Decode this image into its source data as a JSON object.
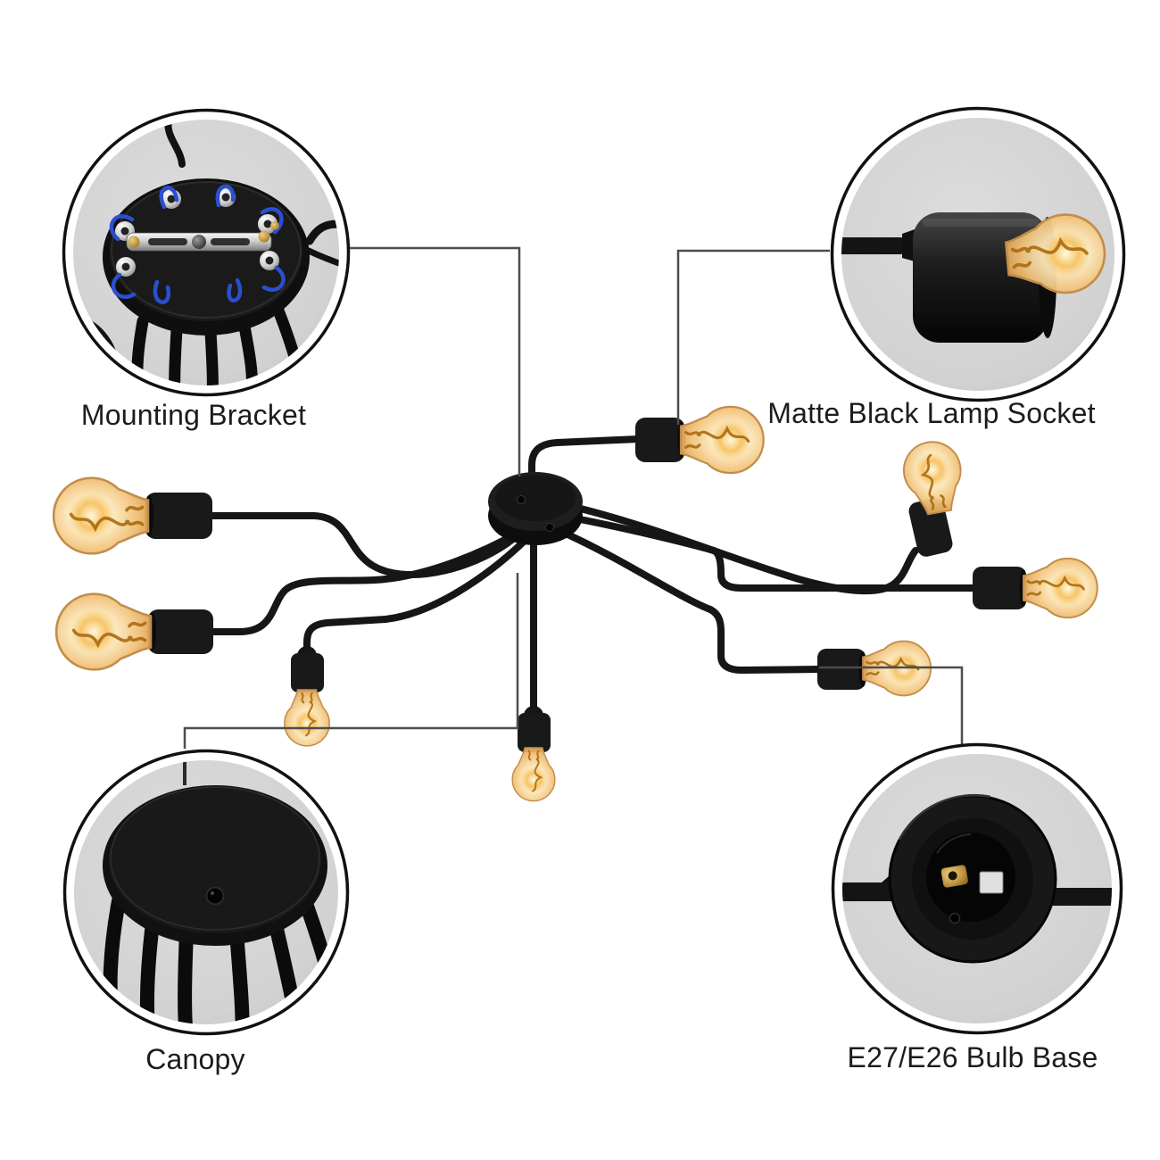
{
  "figure": {
    "kind": "product-feature-diagram",
    "product": "sputnik-semi-flush-ceiling-light",
    "bulb_count": 8
  },
  "callouts": [
    {
      "id": "mounting-bracket",
      "label": "Mounting Bracket",
      "position": "top-left"
    },
    {
      "id": "lamp-socket",
      "label": "Matte Black Lamp Socket",
      "position": "top-right"
    },
    {
      "id": "canopy",
      "label": "Canopy",
      "position": "bottom-left"
    },
    {
      "id": "bulb-base",
      "label": "E27/E26 Bulb Base",
      "position": "bottom-right"
    }
  ],
  "colors": {
    "background": "#ffffff",
    "fixture_black": "#161616",
    "inset_fill": "#d3d3d3",
    "inset_ring": "#111111",
    "connector_line": "#4d4d4d",
    "label_text": "#1c1c1c",
    "wire_blue": "#2b4fd0",
    "bracket_steel": "#c8c8c8",
    "brass": "#c09a45",
    "bulb_glow": "#f2bd6a"
  }
}
